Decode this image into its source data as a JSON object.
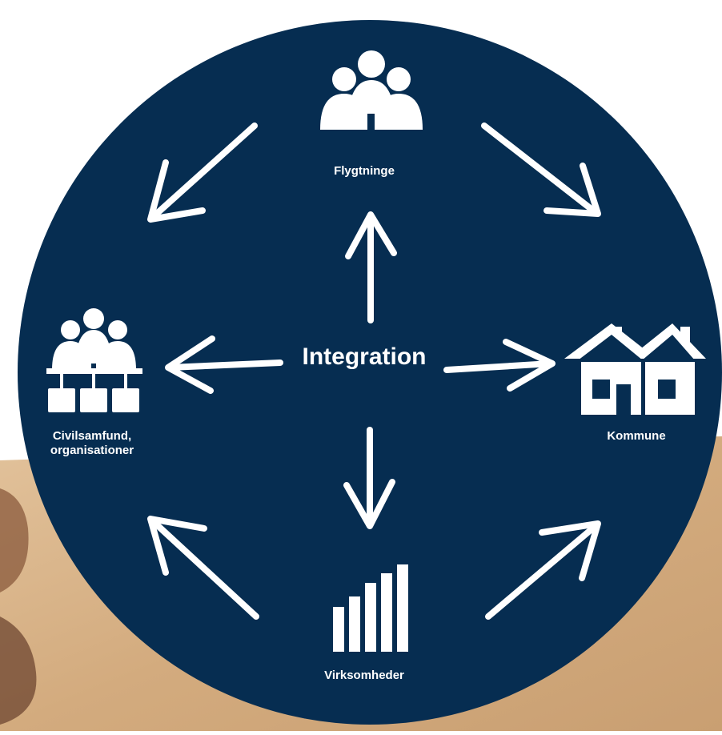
{
  "diagram": {
    "center_label": "Integration",
    "nodes": {
      "top": {
        "label": "Flygtninge",
        "icon": "people-group-icon"
      },
      "left": {
        "label_line1": "Civilsamfund,",
        "label_line2": "organisationer",
        "icon": "organization-icon"
      },
      "right": {
        "label": "Kommune",
        "icon": "houses-icon"
      },
      "bottom": {
        "label": "Virksomheder",
        "icon": "bar-chart-icon"
      }
    },
    "colors": {
      "circle": "#062d51",
      "foreground": "#ffffff",
      "wood": "#d8b48a"
    }
  }
}
